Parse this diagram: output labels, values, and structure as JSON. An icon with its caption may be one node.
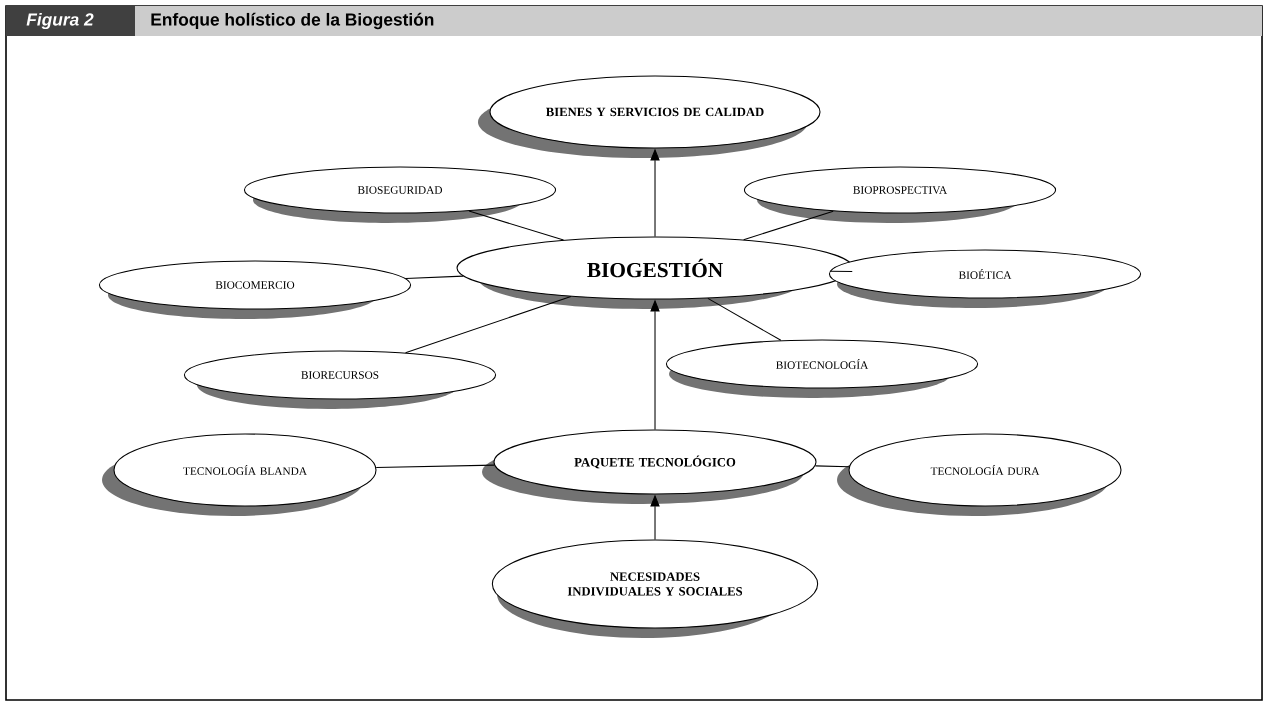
{
  "diagram": {
    "title": "Enfoque holístico de la Biogestión",
    "nodes": [
      {
        "text": [
          "BIENES Y SERVICIOS DE CALIDAD"
        ]
      },
      {
        "text": [
          "BIOSEGURIDAD"
        ]
      },
      {
        "text": [
          "BIOPROSPECTIVA"
        ]
      },
      {
        "text": [
          "BIOGESTIÓN"
        ]
      },
      {
        "text": [
          "BIOCOMERCIO"
        ]
      },
      {
        "text": [
          "BIOÉTICA"
        ]
      },
      {
        "text": [
          "BIORECURSOS"
        ]
      },
      {
        "text": [
          "BIOTECNOLOGÍA"
        ]
      },
      {
        "text": [
          "PAQUETE TECNOLÓGICO"
        ]
      },
      {
        "text": [
          "TECNOLOGÍA BLANDA"
        ]
      },
      {
        "text": [
          "TECNOLOGÍA DURA"
        ]
      },
      {
        "text": [
          "NECESIDADES INDIVIDUALES Y SOCIALES"
        ]
      }
    ],
    "edges": [
      {
        "from": 3,
        "to": 0,
        "arrow": "to"
      },
      {
        "from": 3,
        "to": 1,
        "arrow": "none"
      },
      {
        "from": 3,
        "to": 2,
        "arrow": "none"
      },
      {
        "from": 3,
        "to": 4,
        "arrow": "none"
      },
      {
        "from": 3,
        "to": 5,
        "arrow": "none"
      },
      {
        "from": 3,
        "to": 6,
        "arrow": "none"
      },
      {
        "from": 3,
        "to": 7,
        "arrow": "none"
      },
      {
        "from": 8,
        "to": 3,
        "arrow": "to"
      },
      {
        "from": 8,
        "to": 9,
        "arrow": "none"
      },
      {
        "from": 8,
        "to": 10,
        "arrow": "none"
      },
      {
        "from": 11,
        "to": 8,
        "arrow": "to"
      }
    ],
    "labels": [
      "Figura 2"
    ]
  }
}
